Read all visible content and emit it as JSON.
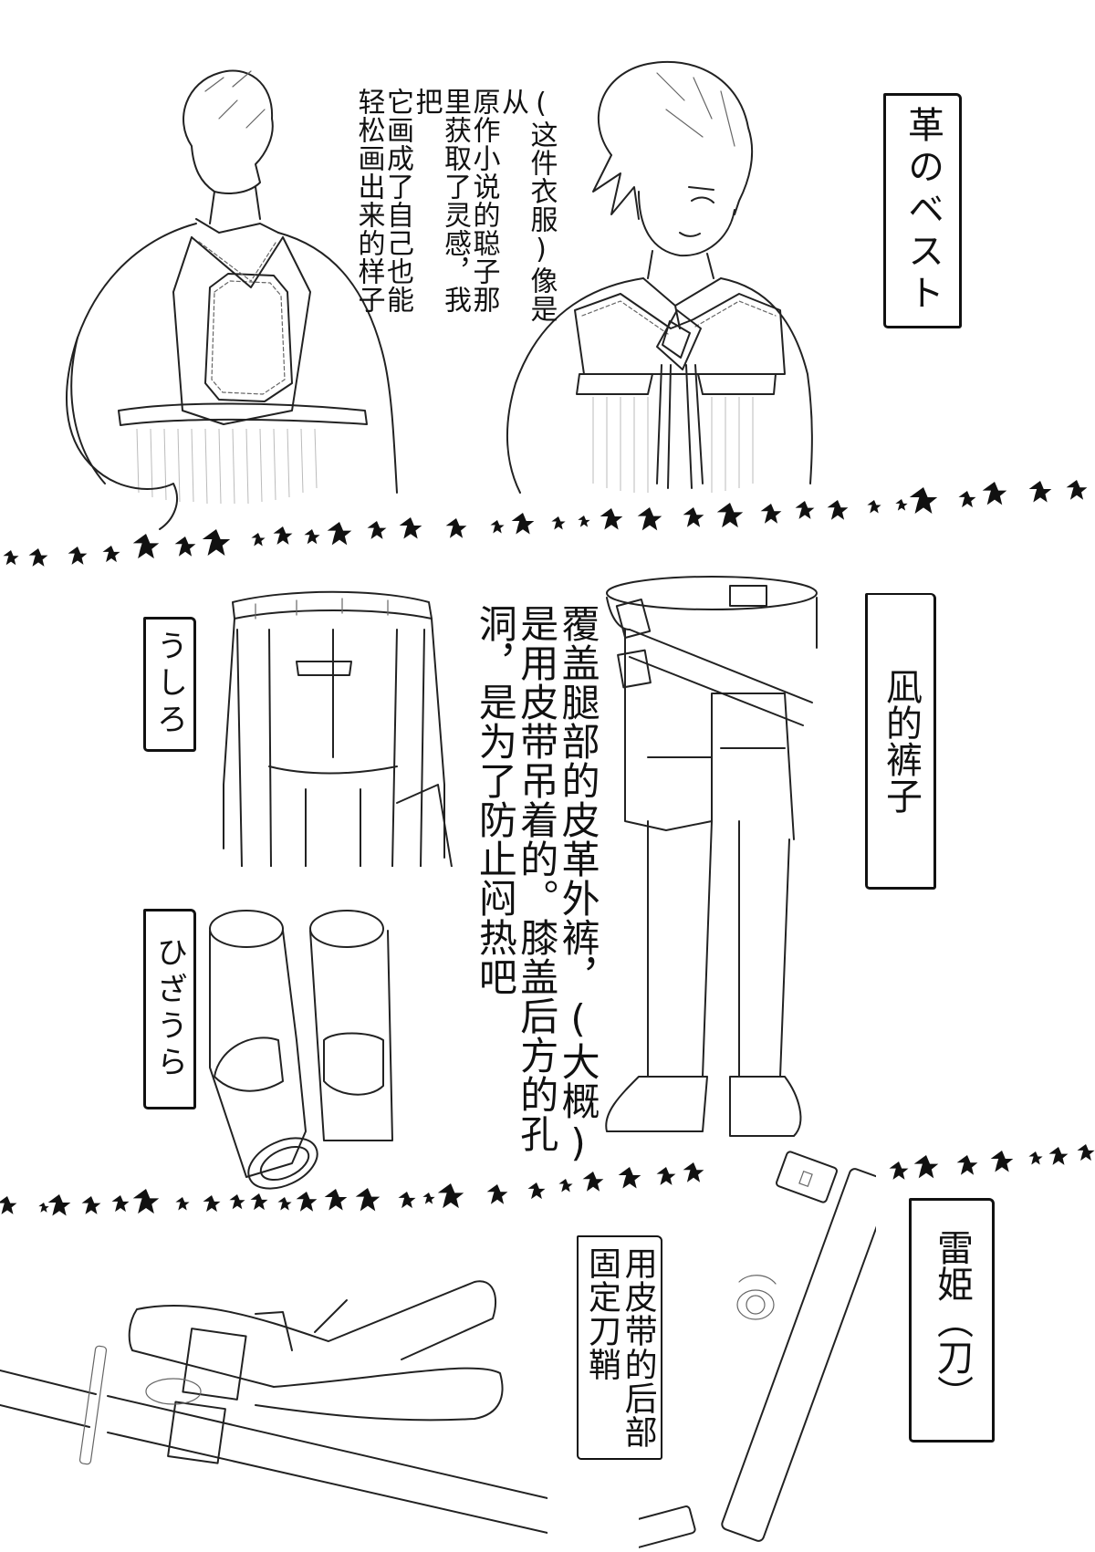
{
  "page": {
    "background": "#ffffff",
    "ink": "#111111"
  },
  "section_vest": {
    "label": "革のベスト",
    "note_columns": [
      "(这件衣服)像是从",
      "原作小说的聪子那",
      "里获取了灵感，我把",
      "它画成了自己也能",
      "轻松画出来的样子"
    ],
    "figures": [
      "back-view-vest-figure",
      "front-view-vest-figure"
    ]
  },
  "section_pants": {
    "label": "凪的裤子",
    "back_label": "うしろ",
    "knee_label": "ひざうら",
    "note_columns": [
      "覆盖腿部的皮革外裤，(大概)",
      "是用皮带吊着的。膝盖后方的孔",
      "洞，是为了防止闷热吧"
    ]
  },
  "section_sword": {
    "label": "雷姫（刀）",
    "note_columns": [
      "用皮带的后部",
      "固定刀鞘"
    ]
  },
  "dividers": {
    "glyph": "★",
    "count_row1": 34,
    "count_row2": 34
  }
}
